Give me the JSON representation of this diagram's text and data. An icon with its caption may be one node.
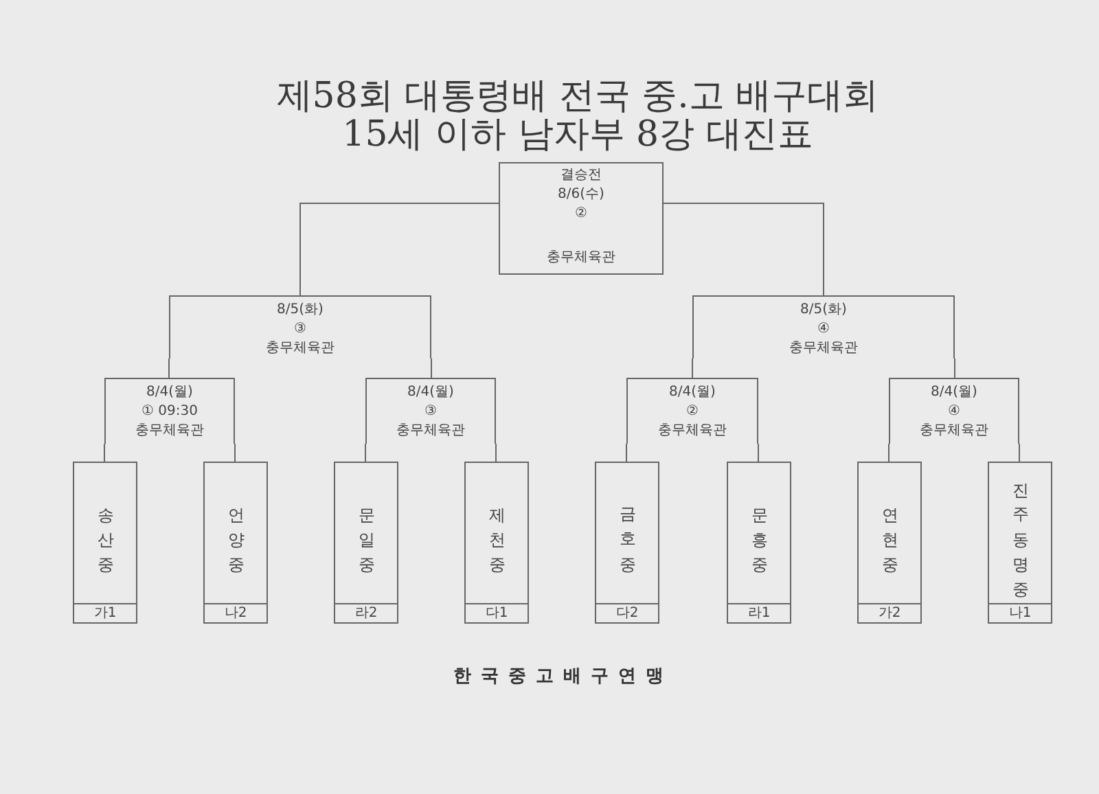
{
  "diagram": {
    "title": "제58회 대통령배 전국 중.고 배구대회 15세 이하 남자부 8강 대진표",
    "nodes": [
      {
        "text": [
          "결승전",
          "8/6(수)",
          "②",
          "충무체육관"
        ]
      },
      {
        "text": [
          "8/5(화)",
          "③",
          "충무체육관"
        ]
      },
      {
        "text": [
          "8/5(화)",
          "④",
          "충무체육관"
        ]
      },
      {
        "text": [
          "8/4(월)",
          "① 09:30",
          "충무체육관"
        ]
      },
      {
        "text": [
          "8/4(월)",
          "③",
          "충무체육관"
        ]
      },
      {
        "text": [
          "8/4(월)",
          "②",
          "충무체육관"
        ]
      },
      {
        "text": [
          "8/4(월)",
          "④",
          "충무체육관"
        ]
      },
      {
        "text": [
          "송산중",
          "가1"
        ]
      },
      {
        "text": [
          "언양중",
          "나2"
        ]
      },
      {
        "text": [
          "문일중",
          "라2"
        ]
      },
      {
        "text": [
          "제천중",
          "다1"
        ]
      },
      {
        "text": [
          "금호중",
          "다2"
        ]
      },
      {
        "text": [
          "문흥중",
          "라1"
        ]
      },
      {
        "text": [
          "연현중",
          "가2"
        ]
      },
      {
        "text": [
          "진주동명중",
          "나1"
        ]
      }
    ],
    "edges": [
      {
        "from": 1,
        "to": 0,
        "arrow": "none"
      },
      {
        "from": 2,
        "to": 0,
        "arrow": "none"
      },
      {
        "from": 3,
        "to": 1,
        "arrow": "none"
      },
      {
        "from": 4,
        "to": 1,
        "arrow": "none"
      },
      {
        "from": 5,
        "to": 2,
        "arrow": "none"
      },
      {
        "from": 6,
        "to": 2,
        "arrow": "none"
      },
      {
        "from": 7,
        "to": 3,
        "arrow": "none"
      },
      {
        "from": 8,
        "to": 3,
        "arrow": "none"
      },
      {
        "from": 9,
        "to": 4,
        "arrow": "none"
      },
      {
        "from": 10,
        "to": 4,
        "arrow": "none"
      },
      {
        "from": 11,
        "to": 5,
        "arrow": "none"
      },
      {
        "from": 12,
        "to": 5,
        "arrow": "none"
      },
      {
        "from": 13,
        "to": 6,
        "arrow": "none"
      },
      {
        "from": 14,
        "to": 6,
        "arrow": "none"
      }
    ],
    "labels": [
      "한국중고배구연맹"
    ]
  }
}
